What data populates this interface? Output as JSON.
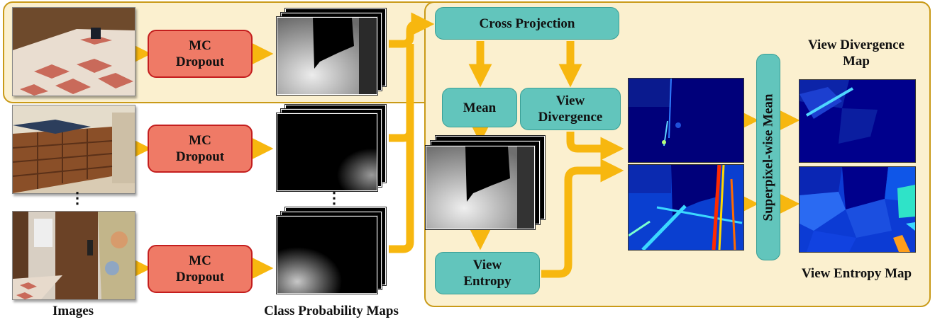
{
  "modules": {
    "mc_dropout": "MC Dropout",
    "cross_projection": "Cross Projection",
    "mean": "Mean",
    "view_divergence": "View Divergence",
    "view_entropy": "View Entropy",
    "superpixel_mean": "Superpixel-wise Mean"
  },
  "labels": {
    "images": "Images",
    "class_probability_maps": "Class Probability Maps",
    "view_divergence_map": "View Divergence Map",
    "view_entropy_map": "View Entropy Map",
    "ellipsis": "⋮"
  },
  "colors": {
    "panel_fill": "#fbf0cf",
    "panel_border": "#c99a18",
    "arrow": "#f7b70f",
    "mc_fill": "#ef7a66",
    "mc_border": "#c41e1e",
    "teal_fill": "#62c5bc",
    "heatmap_dark": "#00007a"
  }
}
